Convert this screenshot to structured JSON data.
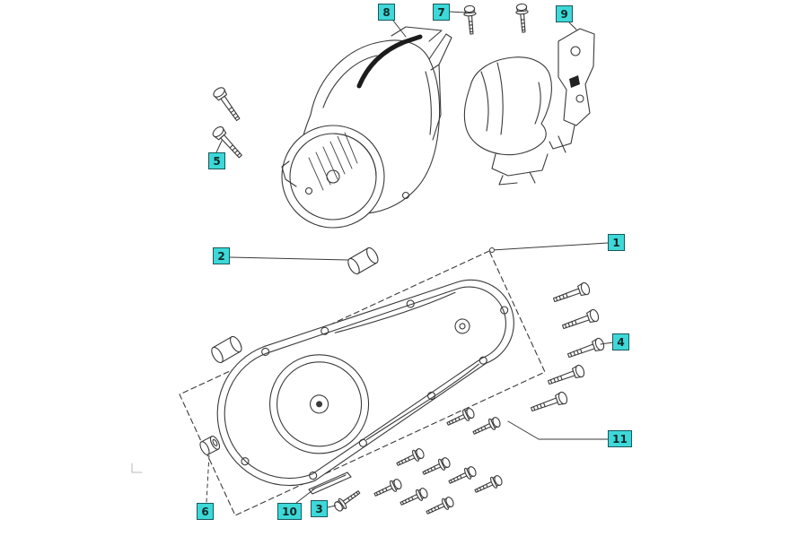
{
  "diagram": {
    "type": "exploded-parts-diagram",
    "callout_color": "#3ED8D8",
    "line_color": "#3a3a3a",
    "callouts": [
      {
        "num": "1"
      },
      {
        "num": "2"
      },
      {
        "num": "3"
      },
      {
        "num": "4"
      },
      {
        "num": "5"
      },
      {
        "num": "6"
      },
      {
        "num": "7"
      },
      {
        "num": "8"
      },
      {
        "num": "9"
      },
      {
        "num": "10"
      },
      {
        "num": "11"
      }
    ]
  }
}
